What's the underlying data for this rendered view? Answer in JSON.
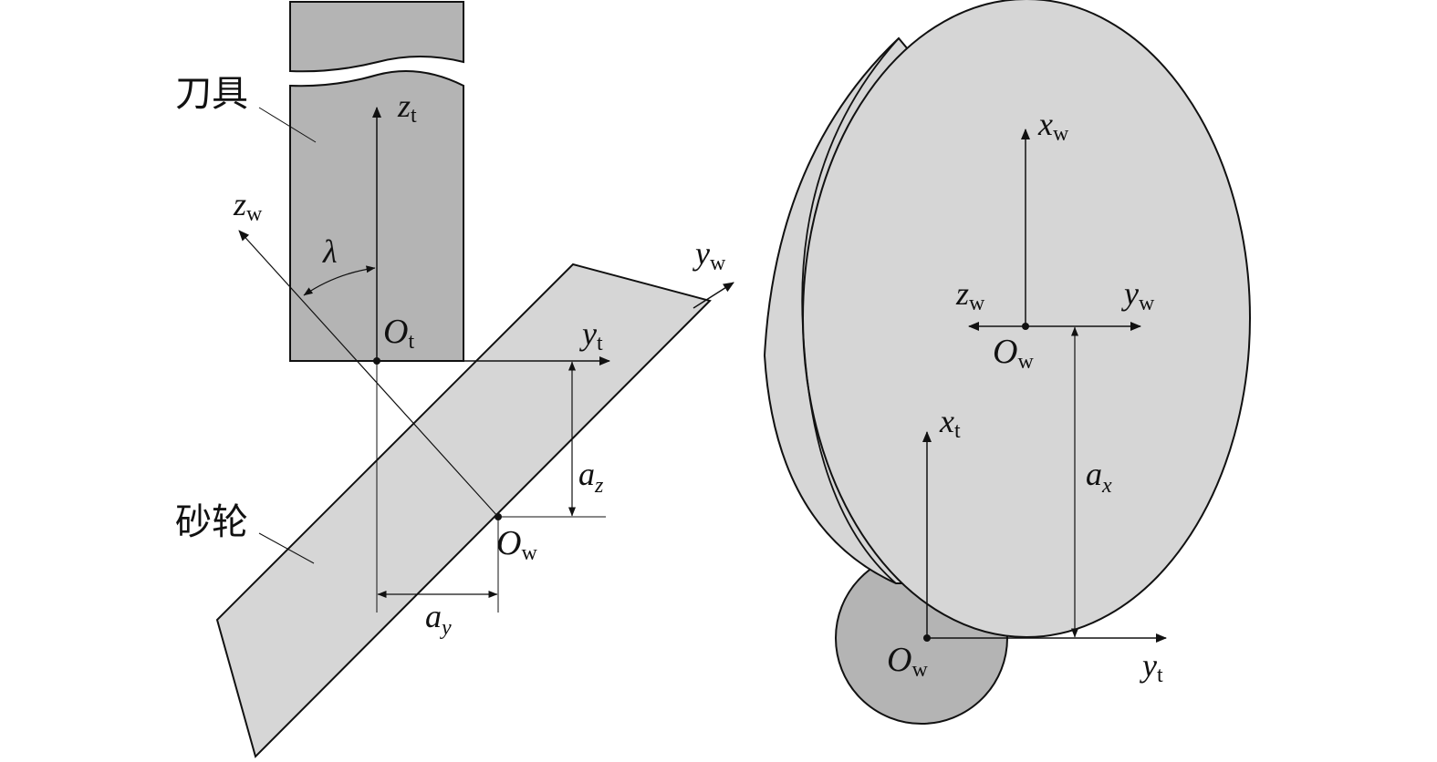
{
  "labels": {
    "tool": "刀具",
    "wheel": "砂轮",
    "lambda": "λ"
  },
  "left_view": {
    "zt": {
      "main": "z",
      "sub": "t"
    },
    "zw": {
      "main": "z",
      "sub": "w"
    },
    "yw": {
      "main": "y",
      "sub": "w"
    },
    "yt": {
      "main": "y",
      "sub": "t"
    },
    "Ot": {
      "main": "O",
      "sub": "t"
    },
    "Ow": {
      "main": "O",
      "sub": "w"
    },
    "az": {
      "main": "a",
      "sub": "z"
    },
    "ay": {
      "main": "a",
      "sub": "y"
    }
  },
  "right_view": {
    "xw": {
      "main": "x",
      "sub": "w"
    },
    "zw": {
      "main": "z",
      "sub": "w"
    },
    "yw": {
      "main": "y",
      "sub": "w"
    },
    "Ow_top": {
      "main": "O",
      "sub": "w"
    },
    "xt": {
      "main": "x",
      "sub": "t"
    },
    "ax": {
      "main": "a",
      "sub": "x"
    },
    "Ow_bottom": {
      "main": "O",
      "sub": "w"
    },
    "yt": {
      "main": "y",
      "sub": "t"
    }
  },
  "colors": {
    "tool_fill": "#b4b4b4",
    "wheel_fill": "#d6d6d6",
    "stroke": "#111111"
  }
}
